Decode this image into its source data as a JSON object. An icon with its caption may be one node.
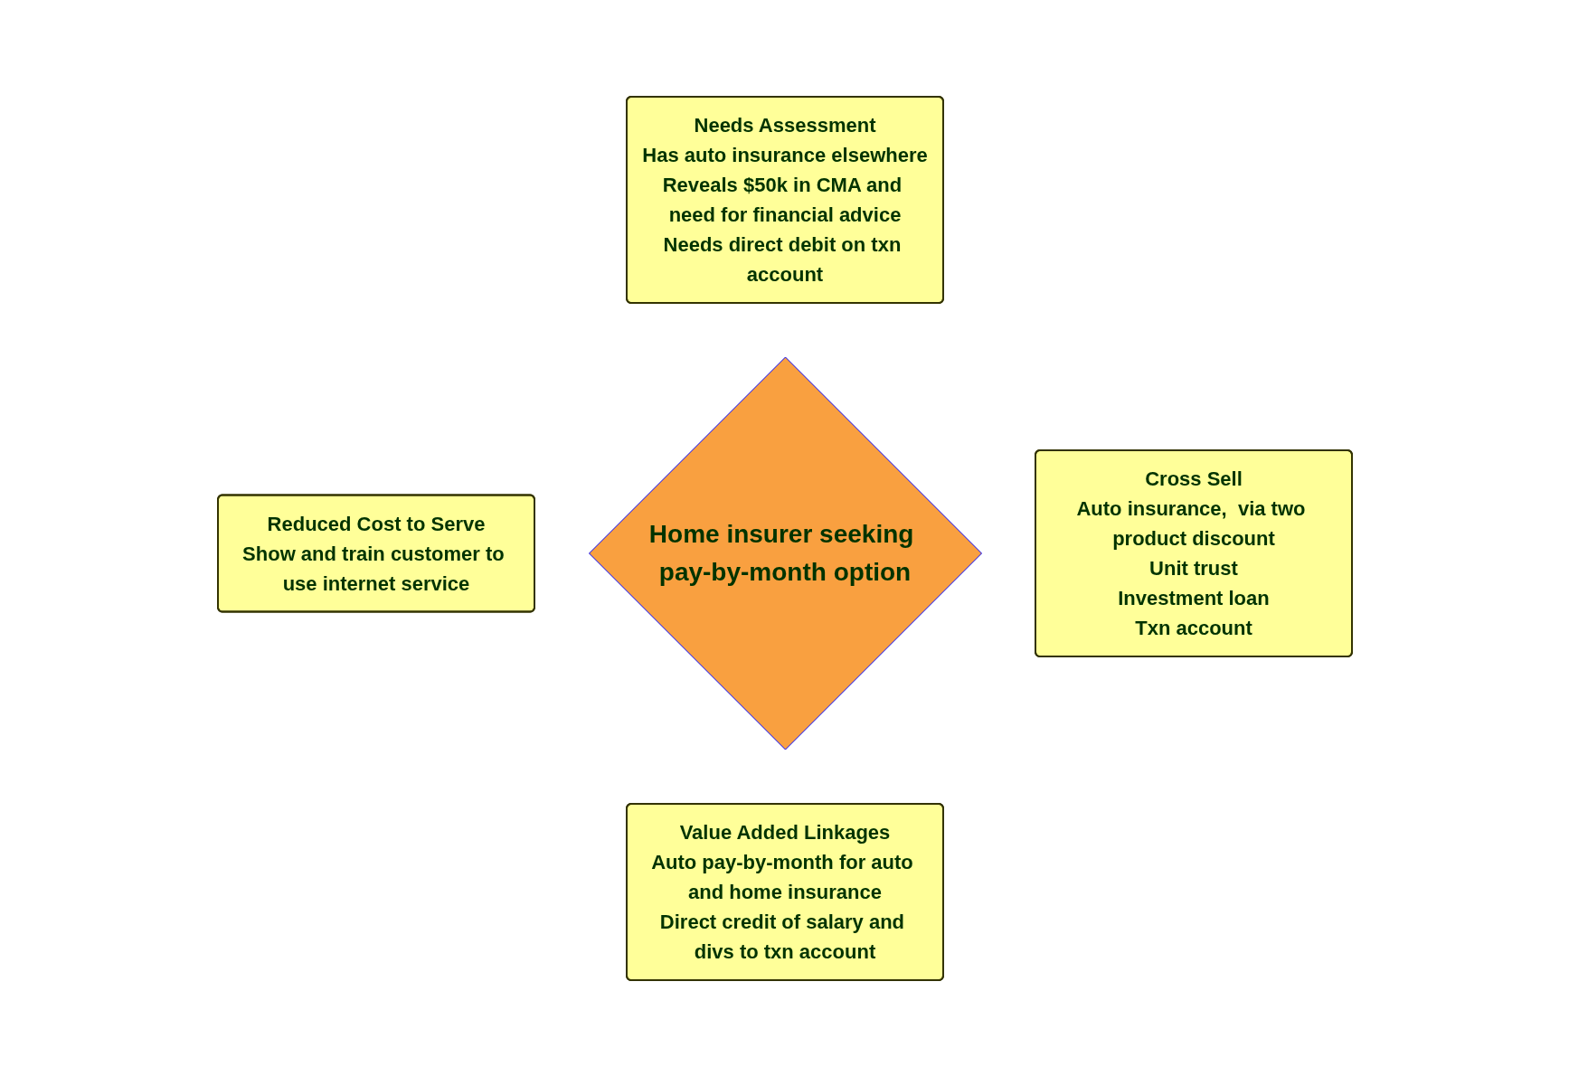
{
  "diagram": {
    "nodes": [
      {
        "text": [
          "Needs Assessment",
          "Has auto insurance elsewhere",
          "Reveals $50k in CMA and need for financial advice",
          "Needs direct debit on txn account"
        ]
      },
      {
        "text": [
          "Reduced Cost to Serve",
          "Show and train customer to use internet service"
        ]
      },
      {
        "text": [
          "Home insurer seeking pay-by-month option"
        ]
      },
      {
        "text": [
          "Cross Sell",
          "Auto insurance,  via two product discount",
          "Unit trust",
          "Investment loan",
          "Txn account"
        ]
      },
      {
        "text": [
          "Value Added Linkages",
          "Auto pay-by-month for auto and home insurance",
          "Direct credit of salary and divs to txn account"
        ]
      }
    ],
    "edges": []
  }
}
